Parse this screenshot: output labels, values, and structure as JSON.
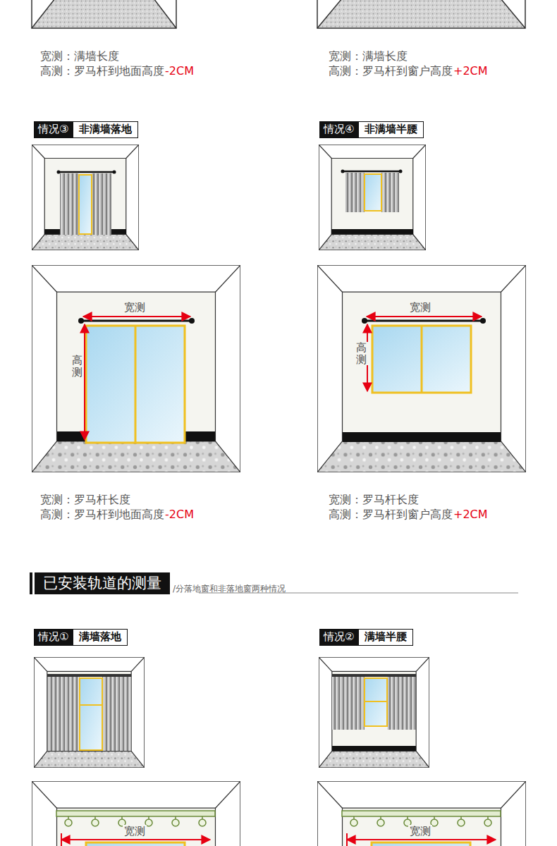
{
  "diagram": {
    "nodes": [
      {
        "text": [
          "情况③",
          "非满墙落地"
        ]
      },
      {
        "text": [
          "情况④",
          "非满墙半腰"
        ]
      },
      {
        "text": [
          "已安装轨道的测量",
          "/分落地窗和非落地窗两种情况"
        ]
      },
      {
        "text": [
          "情况①",
          "满墙落地"
        ]
      },
      {
        "text": [
          "情况②",
          "满墙半腰"
        ]
      }
    ],
    "labels": [
      "宽测：满墙长度",
      "高测：罗马杆到地面高度",
      "-2CM",
      "宽测：满墙长度",
      "高测：罗马杆到窗户高度",
      "+2CM",
      "宽测",
      "高测",
      "宽测",
      "高测",
      "宽测：罗马杆长度",
      "高测：罗马杆到地面高度",
      "-2CM",
      "宽测：罗马杆长度",
      "高测：罗马杆到窗户高度",
      "+2CM",
      "宽测",
      "宽测"
    ]
  }
}
